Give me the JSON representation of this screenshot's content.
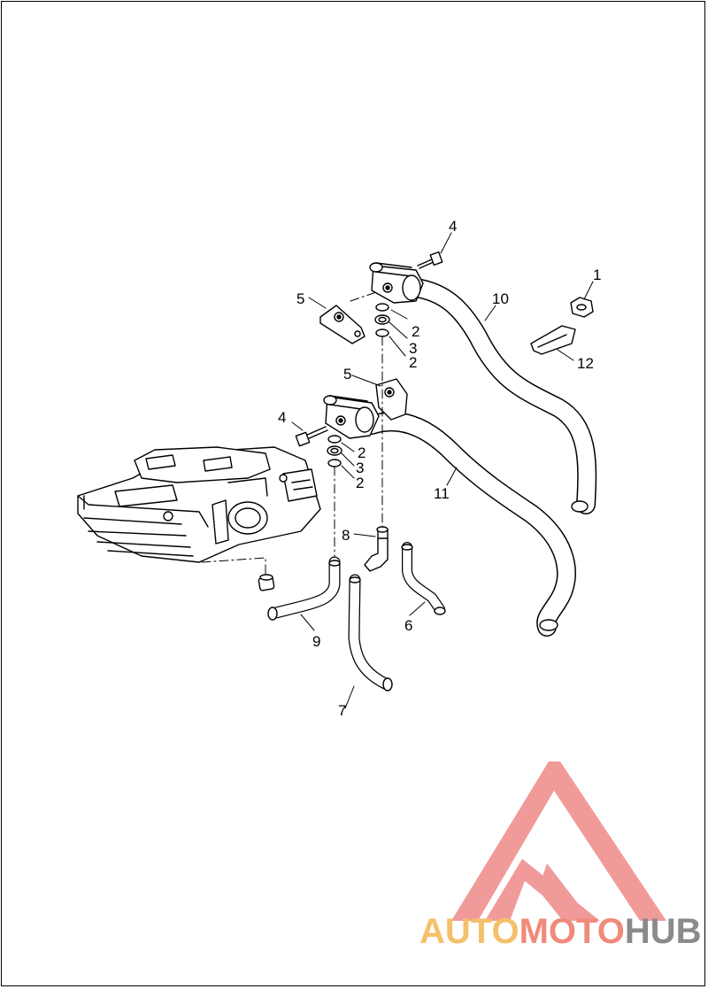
{
  "diagram": {
    "callouts": [
      {
        "id": "c1",
        "text": "1"
      },
      {
        "id": "c2a",
        "text": "2"
      },
      {
        "id": "c3a",
        "text": "3"
      },
      {
        "id": "c2b",
        "text": "2"
      },
      {
        "id": "c4a",
        "text": "4"
      },
      {
        "id": "c5a",
        "text": "5"
      },
      {
        "id": "c10",
        "text": "10"
      },
      {
        "id": "c12",
        "text": "12"
      },
      {
        "id": "c5b",
        "text": "5"
      },
      {
        "id": "c4b",
        "text": "4"
      },
      {
        "id": "c2c",
        "text": "2"
      },
      {
        "id": "c3b",
        "text": "3"
      },
      {
        "id": "c2d",
        "text": "2"
      },
      {
        "id": "c11",
        "text": "11"
      },
      {
        "id": "c8",
        "text": "8"
      },
      {
        "id": "c6",
        "text": "6"
      },
      {
        "id": "c9",
        "text": "9"
      },
      {
        "id": "c7",
        "text": "7"
      }
    ]
  },
  "watermark": {
    "part1": "AUTO",
    "part2": "MOTO",
    "part3": "HUB",
    "color_auto": "#f5c06a",
    "color_moto": "#f08a7a",
    "color_hub": "#8a8a8a",
    "logo_color": "#f19a9a",
    "logo_icon": "triangle-m-logo"
  }
}
